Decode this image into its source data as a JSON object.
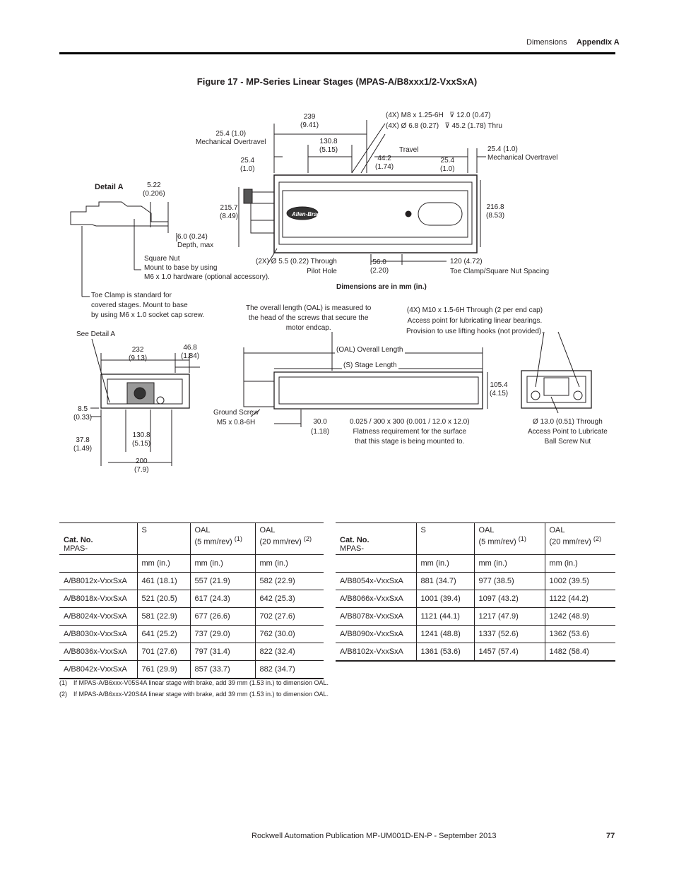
{
  "header": {
    "section": "Dimensions",
    "appendix": "Appendix A"
  },
  "figure": {
    "title": "Figure 17 - MP-Series Linear Stages (MPAS-A/B8xxx1/2-VxxSxA)",
    "detail_a_label": "Detail A",
    "labels": {
      "l239": "239",
      "l239in": "(9.41)",
      "l25_4mo": "25.4 (1.0)",
      "lMechOT": "Mechanical Overtravel",
      "l130_8": "130.8",
      "l130_8in": "(5.15)",
      "l4xm8": "(4X) M8 x 1.25-6H",
      "l4xm8d": "12.0 (0.47)",
      "l4xd68": "(4X) Ø 6.8 (0.27)",
      "l4xd68d": "45.2 (1.78) Thru",
      "lTravel": "Travel",
      "l25_4mo_r": "25.4 (1.0)",
      "lMechOT_r": "Mechanical Overtravel",
      "l25_4": "25.4",
      "l1_0": "(1.0)",
      "l44_2": "44.2",
      "l1_74": "(1.74)",
      "l25_4r": "25.4",
      "l1_0r": "(1.0)",
      "l5_22": "5.22",
      "l0_206": "(0.206)",
      "l215_7": "215.7",
      "l8_49": "(8.49)",
      "l216_8": "216.8",
      "l8_53": "(8.53)",
      "l6_0": "6.0 (0.24)",
      "lDepth": "Depth, max",
      "lSqNut": "Square Nut",
      "lSqNut2": "Mount to base by using",
      "lSqNut3": "M6 x 1.0 hardware (optional accessory).",
      "l2xd55": "(2X) Ø 5.5 (0.22) Through",
      "lPilot": "Pilot Hole",
      "l56": "56.0",
      "l2_20": "(2.20)",
      "l120": "120 (4.72)",
      "lToeSp": "Toe Clamp/Square Nut Spacing",
      "lDimsUnit": "Dimensions are in mm (in.)",
      "lToe1": "Toe Clamp is standard for",
      "lToe2": "covered stages. Mount to base",
      "lToe3": "by using M6 x 1.0 socket cap screw.",
      "lOal1": "The overall length (OAL) is measured to",
      "lOal2": "the head of the screws that secure the",
      "lOal3": "motor endcap.",
      "lM10a": "(4X) M10 x 1.5-6H Through (2 per end cap)",
      "lM10b": "Access point for lubricating linear bearings.",
      "lM10c": "Provision to use lifting hooks (not provided).",
      "lSeeA": "See Detail A",
      "l232": "232",
      "l9_13": "(9.13)",
      "l46_8": "46.8",
      "l1_84": "(1.84)",
      "lOalLen": "(OAL) Overall Length",
      "lSLen": "(S) Stage Length",
      "l105_4": "105.4",
      "l4_15": "(4.15)",
      "l8_5": "8.5",
      "l0_33": "(0.33)",
      "l37_8": "37.8",
      "l1_49": "(1.49)",
      "l130_8b": "130.8",
      "l5_15b": "(5.15)",
      "l200": "200",
      "l7_9": "(7.9)",
      "lGnd1": "Ground Screw",
      "lGnd2": "M5 x 0.8-6H",
      "l30": "30.0",
      "l1_18": "(1.18)",
      "lFlat1": "0.025 / 300 x 300 (0.001 / 12.0 x 12.0)",
      "lFlat2": "Flatness requirement for the surface",
      "lFlat3": "that this stage is being mounted to.",
      "lD13a": "Ø 13.0 (0.51) Through",
      "lD13b": "Access Point to Lubricate",
      "lD13c": "Ball Screw Nut",
      "brand": "Allen-Bradley"
    }
  },
  "table_headers": {
    "cat": "Cat. No.",
    "mpas": "MPAS-",
    "s": "S",
    "oal5": "OAL",
    "oal5b": "(5 mm/rev)",
    "oal20": "OAL",
    "oal20b": "(20 mm/rev)",
    "fn1": "(1)",
    "fn2": "(2)",
    "unit": "mm (in.)"
  },
  "table_left": [
    {
      "cat": "A/B8012x-VxxSxA",
      "s": "461 (18.1)",
      "oal5": "557 (21.9)",
      "oal20": "582 (22.9)"
    },
    {
      "cat": "A/B8018x-VxxSxA",
      "s": "521 (20.5)",
      "oal5": "617 (24.3)",
      "oal20": "642 (25.3)"
    },
    {
      "cat": "A/B8024x-VxxSxA",
      "s": "581 (22.9)",
      "oal5": "677 (26.6)",
      "oal20": "702 (27.6)"
    },
    {
      "cat": "A/B8030x-VxxSxA",
      "s": "641 (25.2)",
      "oal5": "737 (29.0)",
      "oal20": "762 (30.0)"
    },
    {
      "cat": "A/B8036x-VxxSxA",
      "s": "701 (27.6)",
      "oal5": "797 (31.4)",
      "oal20": "822 (32.4)"
    },
    {
      "cat": "A/B8042x-VxxSxA",
      "s": "761 (29.9)",
      "oal5": "857 (33.7)",
      "oal20": "882 (34.7)"
    }
  ],
  "table_right": [
    {
      "cat": "A/B8054x-VxxSxA",
      "s": "881 (34.7)",
      "oal5": "977 (38.5)",
      "oal20": "1002 (39.5)"
    },
    {
      "cat": "A/B8066x-VxxSxA",
      "s": "1001 (39.4)",
      "oal5": "1097 (43.2)",
      "oal20": "1122 (44.2)"
    },
    {
      "cat": "A/B8078x-VxxSxA",
      "s": "1121 (44.1)",
      "oal5": "1217 (47.9)",
      "oal20": "1242 (48.9)"
    },
    {
      "cat": "A/B8090x-VxxSxA",
      "s": "1241 (48.8)",
      "oal5": "1337 (52.6)",
      "oal20": "1362 (53.6)"
    },
    {
      "cat": "A/B8102x-VxxSxA",
      "s": "1361 (53.6)",
      "oal5": "1457 (57.4)",
      "oal20": "1482 (58.4)"
    }
  ],
  "footnotes": [
    {
      "num": "(1)",
      "text": "If MPAS-A/B6xxx-V05S4A linear stage with brake, add 39  mm (1.53 in.) to dimension OAL."
    },
    {
      "num": "(2)",
      "text": "If MPAS-A/B6xxx-V20S4A linear stage with brake, add 39  mm (1.53 in.) to dimension OAL."
    }
  ],
  "footer": {
    "publication": "Rockwell Automation Publication MP-UM001D-EN-P - September 2013",
    "page": "77"
  }
}
